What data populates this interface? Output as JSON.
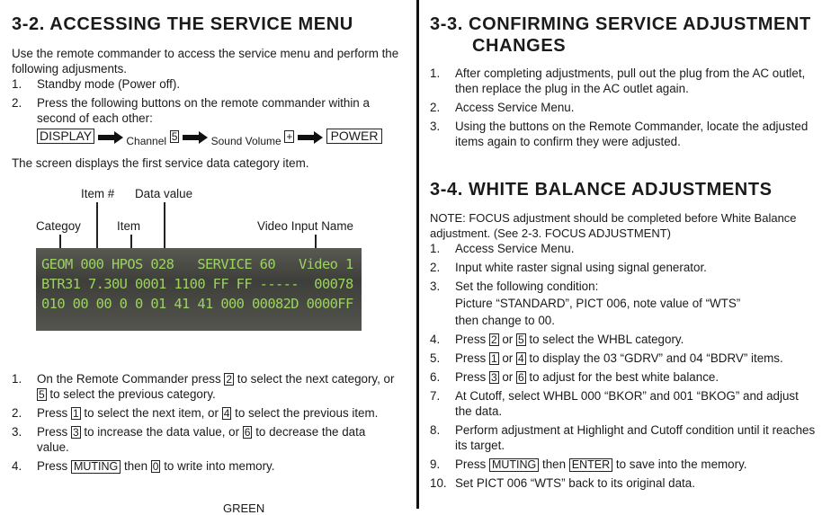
{
  "left": {
    "title": "3-2.  ACCESSING THE SERVICE MENU",
    "intro_line1": "Use the remote commander to access the service menu and perform the",
    "intro_line2": "following adjusments.",
    "step1_num": "1.",
    "step1": "Standby mode (Power off).",
    "step2_num": "2.",
    "step2_line1": "Press the following buttons on the remote commander within a",
    "step2_line2": "second of each other:",
    "seq": {
      "display": "DISPLAY",
      "channel": "Channel",
      "ch_num": "5",
      "sound": "Sound Volume",
      "plus": "+",
      "power": "POWER"
    },
    "screen_text": "The screen displays the first service data category item.",
    "labels": {
      "item_num": "Item #",
      "data_value": "Data value",
      "category": "Categoy",
      "item": "Item",
      "video_input": "Video Input Name"
    },
    "lcd_line1": "GEOM 000 HPOS 028   SERVICE 60   Video 1",
    "lcd_line2": "BTR31 7.30U 0001 1100 FF FF -----  00078",
    "lcd_line3": "010 00 00 0 0 01 41 41 000 00082D 0000FF",
    "s1_num": "1.",
    "s1_a": "On the Remote Commander press ",
    "s1_b": "2",
    "s1_c": " to select the next category, or",
    "s1_d": "5",
    "s1_e": " to select the previous category.",
    "s2_num": "2.",
    "s2_a": "Press ",
    "s2_b": "1",
    "s2_c": " to select the next item, or ",
    "s2_d": "4",
    "s2_e": " to select the previous item.",
    "s3_num": "3.",
    "s3_a": "Press ",
    "s3_b": "3",
    "s3_c": " to increase the data value, or ",
    "s3_d": "6",
    "s3_e": " to decrease the data",
    "s3_f": "value.",
    "s4_num": "4.",
    "s4_a": "Press ",
    "s4_b": "MUTING",
    "s4_c": " then ",
    "s4_d": "0",
    "s4_e": " to write into memory.",
    "cut": "GREEN"
  },
  "right": {
    "title33_line1": "3-3.  CONFIRMING SERVICE ADJUSTMENT",
    "title33_line2": "CHANGES",
    "c1_num": "1.",
    "c1_line1": "After completing adjustments, pull out the plug from the AC outlet,",
    "c1_line2": "then replace the plug in the AC outlet again.",
    "c2_num": "2.",
    "c2": "Access Service Menu.",
    "c3_num": "3.",
    "c3_line1": "Using the buttons on the Remote Commander, locate the adjusted",
    "c3_line2": "items again to confirm they were adjusted.",
    "title34": "3-4.  WHITE BALANCE ADJUSTMENTS",
    "note_line1": "NOTE: FOCUS adjustment should be completed before White Balance",
    "note_line2": "adjustment. (See 2-3. FOCUS ADJUSTMENT)",
    "w1_num": "1.",
    "w1": "Access Service Menu.",
    "w2_num": "2.",
    "w2": "Input white raster signal using signal generator.",
    "w3_num": "3.",
    "w3_line1": "Set the following condition:",
    "w3_line2": "Picture “STANDARD”, PICT 006, note value of “WTS”",
    "w3_line3": "then change to 00.",
    "w4_num": "4.",
    "w4_a": "Press ",
    "w4_b": "2",
    "w4_c": " or ",
    "w4_d": "5",
    "w4_e": " to select the WHBL category.",
    "w5_num": "5.",
    "w5_a": "Press ",
    "w5_b": "1",
    "w5_c": " or ",
    "w5_d": "4",
    "w5_e": " to display the 03 “GDRV” and 04 “BDRV” items.",
    "w6_num": "6.",
    "w6_a": "Press ",
    "w6_b": "3",
    "w6_c": " or ",
    "w6_d": "6",
    "w6_e": " to adjust for the best white balance.",
    "w7_num": "7.",
    "w7_line1": "At Cutoff, select WHBL 000 “BKOR” and 001 “BKOG” and adjust",
    "w7_line2": "the data.",
    "w8_num": "8.",
    "w8_line1": "Perform adjustment at Highlight and Cutoff condition until it reaches",
    "w8_line2": "its target.",
    "w9_num": "9.",
    "w9_a": "Press ",
    "w9_b": "MUTING",
    "w9_c": " then ",
    "w9_d": "ENTER",
    "w9_e": " to save into the memory.",
    "w10_num": "10.",
    "w10": "Set PICT 006 “WTS” back to its original data."
  }
}
